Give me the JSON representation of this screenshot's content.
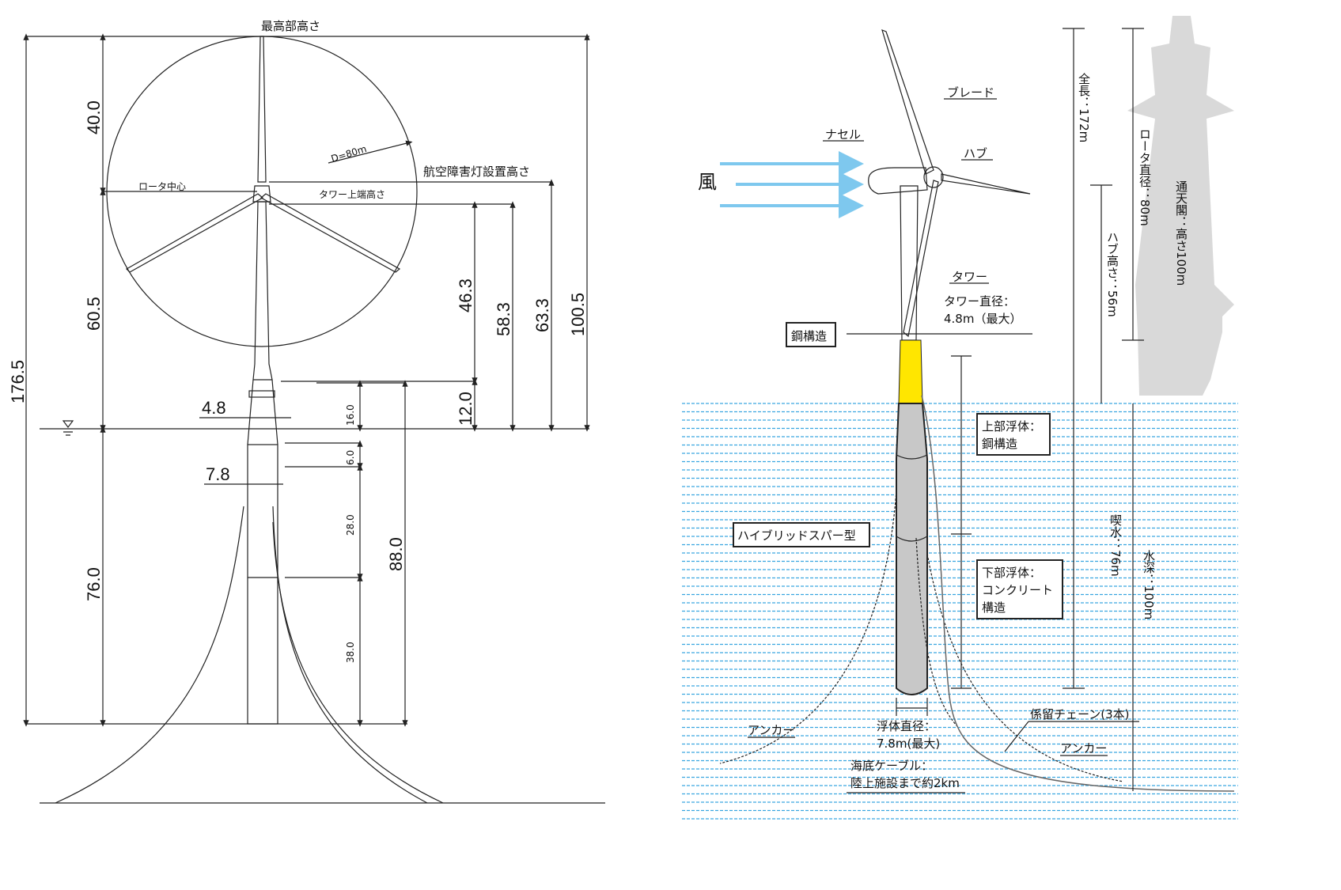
{
  "left": {
    "top_height_label": "最高部高さ",
    "rotor_center_label": "ロータ中心",
    "rotor_diameter_label": "D=80m",
    "aviation_light_label": "航空障害灯設置高さ",
    "tower_top_label": "タワー上端高さ",
    "dims": {
      "total": "176.5",
      "upper": "40.0",
      "mid": "60.5",
      "lower": "76.0",
      "d463": "46.3",
      "d583": "58.3",
      "d633": "63.3",
      "d1005": "100.5",
      "d120": "12.0",
      "d48": "4.8",
      "d78": "7.8",
      "d160": "16.0",
      "d60": "6.0",
      "d280": "28.0",
      "d380": "38.0",
      "d880": "88.0"
    }
  },
  "right": {
    "wind": "風",
    "blade": "ブレード",
    "nacelle": "ナセル",
    "hub": "ハブ",
    "tower": "タワー",
    "tower_diameter": [
      "タワー直径：",
      "4.8m（最大）"
    ],
    "steel": "鋼構造",
    "upper_float": [
      "上部浮体：",
      "鋼構造"
    ],
    "hybrid_spar": "ハイブリッドスパー型",
    "lower_float": [
      "下部浮体：",
      "コンクリート",
      "構造"
    ],
    "float_diameter": [
      "浮体直径：",
      "7.8m(最大)"
    ],
    "anchor_left": "アンカー",
    "anchor_right": "アンカー",
    "mooring_chain": "係留チェーン(3本)",
    "subsea_cable": [
      "海底ケーブル：",
      "陸上施設まで約2km"
    ],
    "total_length": "全長：172m",
    "rotor_diameter": "ロータ直径：80m",
    "hub_height": "ハブ高さ：56m",
    "draft": "喫水：76m",
    "water_depth": "水深：100m",
    "tsutenkaku": "通天閣：高さ100m"
  },
  "colors": {
    "wind_arrow": "#7ec8ee",
    "yellow": "#ffe600",
    "gray": "#c8c8c8",
    "water": "#3aa6e0",
    "tower_silhouette": "#d9d9d9"
  }
}
